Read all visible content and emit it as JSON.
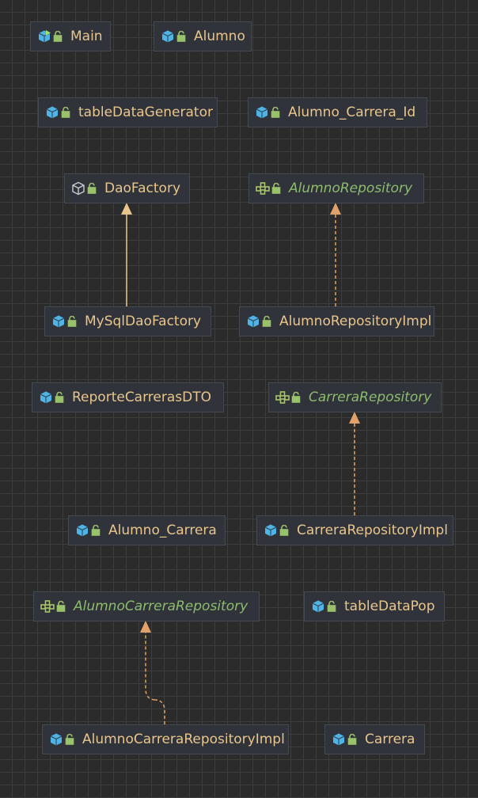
{
  "diagram": {
    "nodes": [
      {
        "id": "Main",
        "label": "Main",
        "kind": "class-main"
      },
      {
        "id": "Alumno",
        "label": "Alumno",
        "kind": "class"
      },
      {
        "id": "tableDataGenerator",
        "label": "tableDataGenerator",
        "kind": "class"
      },
      {
        "id": "Alumno_Carrera_Id",
        "label": "Alumno_Carrera_Id",
        "kind": "class"
      },
      {
        "id": "DaoFactory",
        "label": "DaoFactory",
        "kind": "abstract"
      },
      {
        "id": "AlumnoRepository",
        "label": "AlumnoRepository",
        "kind": "interface"
      },
      {
        "id": "MySqlDaoFactory",
        "label": "MySqlDaoFactory",
        "kind": "class"
      },
      {
        "id": "AlumnoRepositoryImpl",
        "label": "AlumnoRepositoryImpl",
        "kind": "class"
      },
      {
        "id": "ReporteCarrerasDTO",
        "label": "ReporteCarrerasDTO",
        "kind": "class"
      },
      {
        "id": "CarreraRepository",
        "label": "CarreraRepository",
        "kind": "interface"
      },
      {
        "id": "Alumno_Carrera",
        "label": "Alumno_Carrera",
        "kind": "class"
      },
      {
        "id": "CarreraRepositoryImpl",
        "label": "CarreraRepositoryImpl",
        "kind": "class"
      },
      {
        "id": "AlumnoCarreraRepository",
        "label": "AlumnoCarreraRepository",
        "kind": "interface"
      },
      {
        "id": "tableDataPop",
        "label": "tableDataPop",
        "kind": "class"
      },
      {
        "id": "AlumnoCarreraRepositoryImpl",
        "label": "AlumnoCarreraRepositoryImpl",
        "kind": "class"
      },
      {
        "id": "Carrera",
        "label": "Carrera",
        "kind": "class"
      }
    ],
    "edges": [
      {
        "from": "MySqlDaoFactory",
        "to": "DaoFactory",
        "type": "extends"
      },
      {
        "from": "AlumnoRepositoryImpl",
        "to": "AlumnoRepository",
        "type": "implements"
      },
      {
        "from": "CarreraRepositoryImpl",
        "to": "CarreraRepository",
        "type": "implements"
      },
      {
        "from": "AlumnoCarreraRepositoryImpl",
        "to": "AlumnoCarreraRepository",
        "type": "implements"
      }
    ],
    "colors": {
      "background": "#2b2b2b",
      "grid": "#3d3d3d",
      "class_label": "#e8c58c",
      "interface_label": "#8dbb6e",
      "class_icon": "#4fb3e8",
      "interface_icon": "#a9c56a",
      "lock_icon": "#9ac26b",
      "extends_edge": "#e8c58c",
      "implements_edge": "#e0a26a"
    }
  }
}
